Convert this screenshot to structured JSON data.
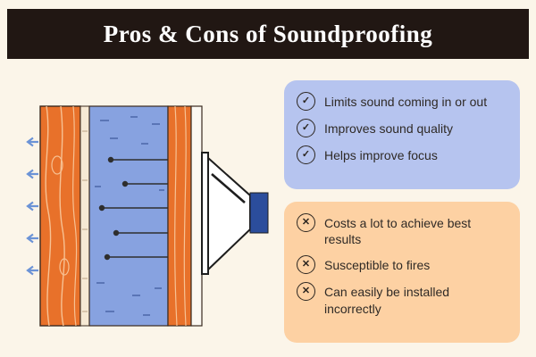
{
  "header": {
    "title": "Pros & Cons of Soundproofing"
  },
  "icons": {
    "check": "✓",
    "cross": "✕"
  },
  "pros": {
    "items": [
      {
        "label": "Limits sound coming in or out"
      },
      {
        "label": "Improves sound quality"
      },
      {
        "label": "Helps improve focus"
      }
    ]
  },
  "cons": {
    "items": [
      {
        "label": "Costs a lot to achieve best results"
      },
      {
        "label": "Susceptible to fires"
      },
      {
        "label": "Can easily be installed incorrectly"
      }
    ]
  },
  "colors": {
    "background": "#fbf5e9",
    "header_bg": "#211713",
    "header_text": "#ffffff",
    "pros_bg": "#b6c4ef",
    "cons_bg": "#fdd1a3",
    "wood_orange": "#e8712a",
    "insulation_blue": "#87a2e0",
    "speaker_blue": "#2b4d9c",
    "arrow_blue": "#6b93d6"
  }
}
